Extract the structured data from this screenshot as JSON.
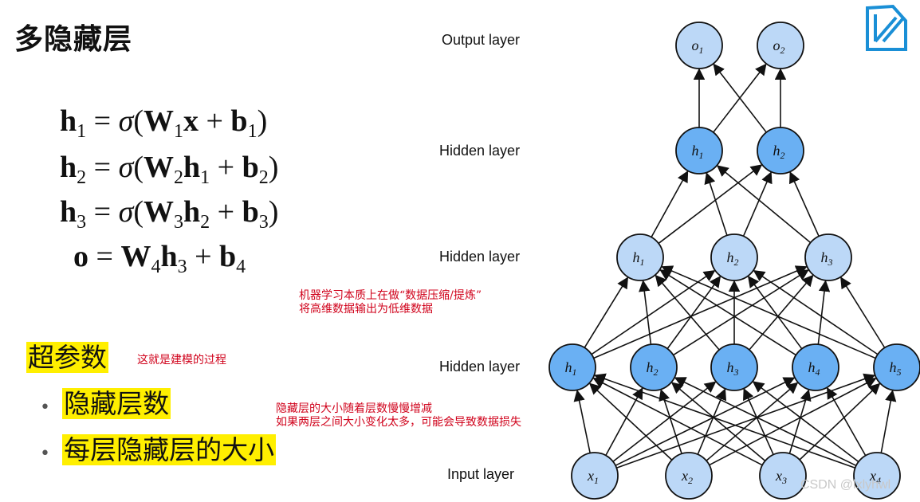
{
  "title": "多隐藏层",
  "equations": [
    {
      "lhs": "h",
      "lhs_sub": "1",
      "rhs": "σ(W₁x + b₁)"
    },
    {
      "lhs": "h",
      "lhs_sub": "2",
      "rhs": "σ(W₂h₁ + b₂)"
    },
    {
      "lhs": "h",
      "lhs_sub": "3",
      "rhs": "σ(W₃h₂ + b₃)"
    },
    {
      "lhs": "o",
      "lhs_sub": "",
      "rhs": "W₄h₃ + b₄"
    }
  ],
  "note_compression": [
    "机器学习本质上在做“数据压缩/提炼”",
    "将高维数据输出为低维数据"
  ],
  "hyperparams": {
    "heading": "超参数",
    "heading_note": "这就是建模的过程",
    "bullets": [
      "隐藏层数",
      "每层隐藏层的大小"
    ]
  },
  "note_size": [
    "隐藏层的大小随着层数慢慢增减",
    "如果两层之间大小变化太多，可能会导致数据损失"
  ],
  "layer_labels": {
    "output": "Output layer",
    "hidden3": "Hidden layer",
    "hidden2": "Hidden layer",
    "hidden1": "Hidden layer",
    "input": "Input layer"
  },
  "network": {
    "output_nodes": [
      {
        "base": "o",
        "sub": "1"
      },
      {
        "base": "o",
        "sub": "2"
      }
    ],
    "hidden3_nodes": [
      {
        "base": "h",
        "sub": "1"
      },
      {
        "base": "h",
        "sub": "2"
      }
    ],
    "hidden2_nodes": [
      {
        "base": "h",
        "sub": "1"
      },
      {
        "base": "h",
        "sub": "2"
      },
      {
        "base": "h",
        "sub": "3"
      }
    ],
    "hidden1_nodes": [
      {
        "base": "h",
        "sub": "1"
      },
      {
        "base": "h",
        "sub": "2"
      },
      {
        "base": "h",
        "sub": "3"
      },
      {
        "base": "h",
        "sub": "4"
      },
      {
        "base": "h",
        "sub": "5"
      }
    ],
    "input_nodes": [
      {
        "base": "x",
        "sub": "1"
      },
      {
        "base": "x",
        "sub": "2"
      },
      {
        "base": "x",
        "sub": "3"
      },
      {
        "base": "x",
        "sub": "4"
      }
    ]
  },
  "colors": {
    "light_node": "#bcd8f7",
    "dark_node": "#6ab0f3",
    "highlight": "#ffef00",
    "note_red": "#d0021b",
    "logo_blue": "#1a8fd6"
  },
  "logo_icon": "book-logo-icon",
  "watermark": "CSDN @lxlyhwl"
}
